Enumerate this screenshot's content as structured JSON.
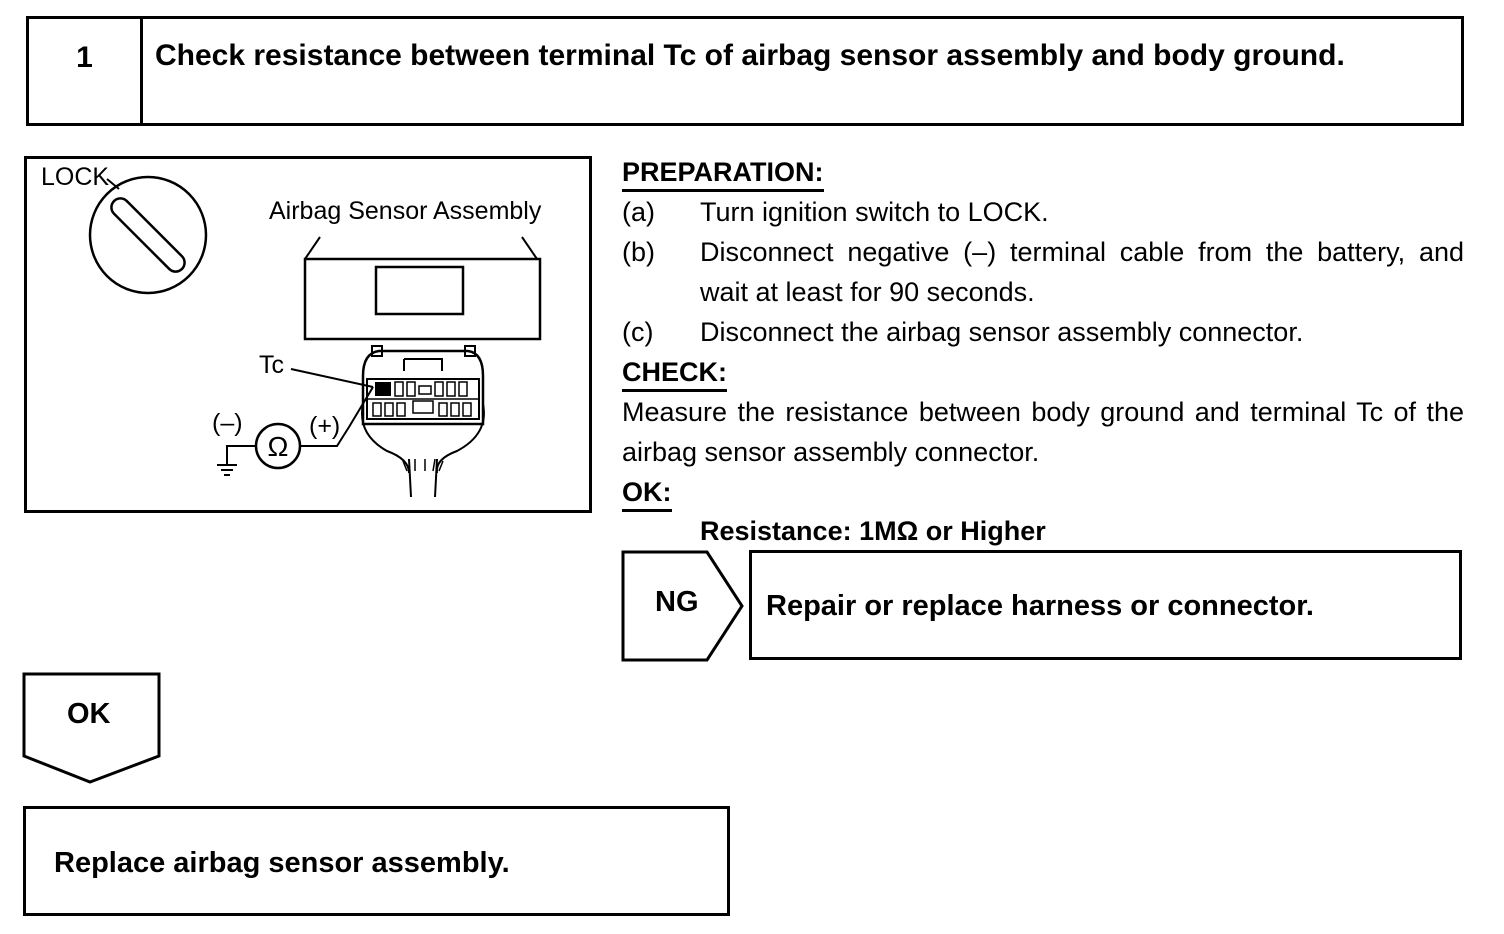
{
  "step": {
    "number": "1",
    "title": "Check resistance between terminal Tc of airbag sensor assembly and body ground."
  },
  "figure": {
    "lock_label": "LOCK",
    "assembly_label": "Airbag Sensor Assembly",
    "terminal_label": "Tc",
    "minus_label": "(–)",
    "plus_label": "(+)",
    "ohm_symbol": "Ω"
  },
  "preparation": {
    "heading": "PREPARATION:",
    "items": [
      {
        "letter": "(a)",
        "text": "Turn ignition switch to LOCK."
      },
      {
        "letter": "(b)",
        "text": "Disconnect negative (–) terminal cable from the battery, and wait at least for 90 seconds."
      },
      {
        "letter": "(c)",
        "text": "Disconnect the airbag sensor assembly connector."
      }
    ]
  },
  "check": {
    "heading": "CHECK:",
    "text": "Measure the resistance between body ground and terminal Tc of the airbag sensor assembly connector."
  },
  "ok_spec": {
    "heading": "OK:",
    "spec": "Resistance: 1MΩ or Higher"
  },
  "ng_branch": {
    "tag": "NG",
    "result": "Repair or replace harness or connector."
  },
  "ok_branch": {
    "tag": "OK",
    "result": "Replace airbag sensor assembly."
  }
}
